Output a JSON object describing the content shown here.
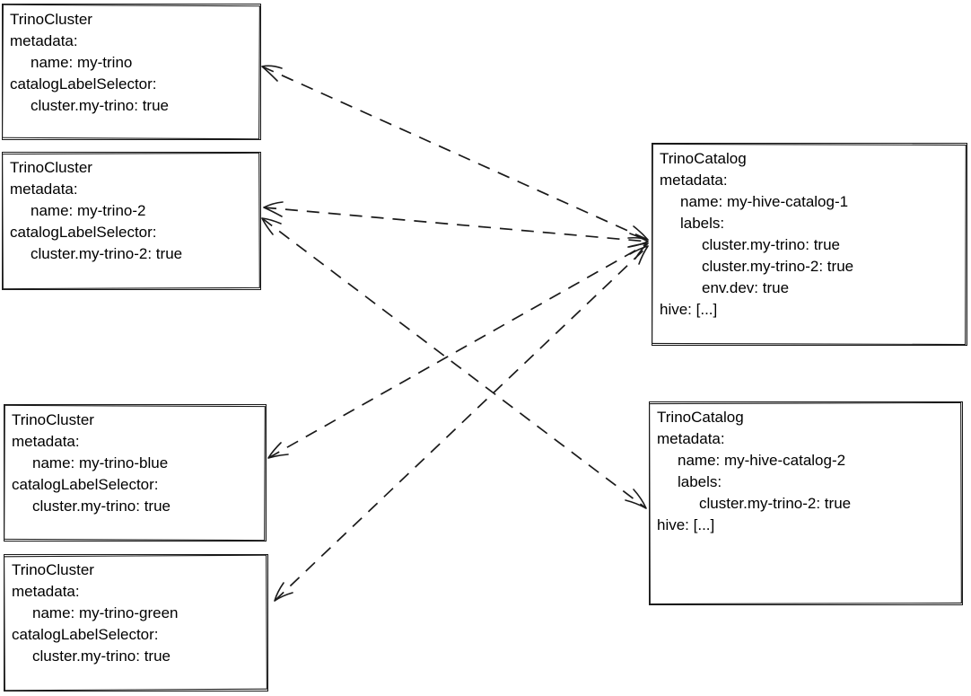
{
  "diagram": {
    "colors": {
      "stroke": "#1a1a1a",
      "background": "#ffffff",
      "text": "#000000"
    },
    "boxes": [
      {
        "id": "trinocluster-my-trino",
        "type": "TrinoCluster",
        "lines": [
          "TrinoCluster",
          "metadata:",
          "name: my-trino",
          "catalogLabelSelector:",
          "cluster.my-trino: true"
        ]
      },
      {
        "id": "trinocluster-my-trino-2",
        "type": "TrinoCluster",
        "lines": [
          "TrinoCluster",
          "metadata:",
          "name: my-trino-2",
          "catalogLabelSelector:",
          "cluster.my-trino-2: true"
        ]
      },
      {
        "id": "trinocluster-my-trino-blue",
        "type": "TrinoCluster",
        "lines": [
          "TrinoCluster",
          "metadata:",
          "name: my-trino-blue",
          "catalogLabelSelector:",
          "cluster.my-trino: true"
        ]
      },
      {
        "id": "trinocluster-my-trino-green",
        "type": "TrinoCluster",
        "lines": [
          "TrinoCluster",
          "metadata:",
          "name: my-trino-green",
          "catalogLabelSelector:",
          "cluster.my-trino: true"
        ]
      },
      {
        "id": "trinocatalog-my-hive-catalog-1",
        "type": "TrinoCatalog",
        "lines": [
          "TrinoCatalog",
          "metadata:",
          "name: my-hive-catalog-1",
          "labels:",
          "cluster.my-trino: true",
          "cluster.my-trino-2: true",
          "env.dev: true",
          "hive: [...]"
        ]
      },
      {
        "id": "trinocatalog-my-hive-catalog-2",
        "type": "TrinoCatalog",
        "lines": [
          "TrinoCatalog",
          "metadata:",
          "name: my-hive-catalog-2",
          "labels:",
          "cluster.my-trino-2: true",
          "hive: [...]"
        ]
      }
    ],
    "edges": [
      {
        "from": "my-trino",
        "to": "my-hive-catalog-1",
        "style": "dashed, arrows both ends"
      },
      {
        "from": "my-trino-2",
        "to": "my-hive-catalog-1",
        "style": "dashed, arrows both ends"
      },
      {
        "from": "my-trino-2",
        "to": "my-hive-catalog-2",
        "style": "dashed, arrows both ends"
      },
      {
        "from": "my-trino-blue",
        "to": "my-hive-catalog-1",
        "style": "dashed, arrows both ends"
      },
      {
        "from": "my-trino-green",
        "to": "my-hive-catalog-1",
        "style": "dashed, arrows both ends"
      }
    ]
  }
}
